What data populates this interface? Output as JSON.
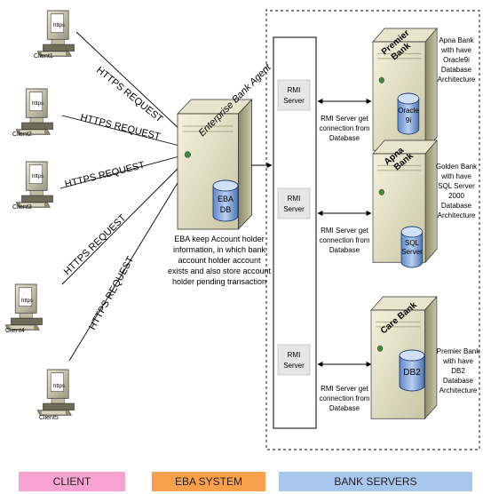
{
  "clients": [
    {
      "label": "Client1",
      "screen": "https"
    },
    {
      "label": "Client2",
      "screen": "https"
    },
    {
      "label": "Client3",
      "screen": "https"
    },
    {
      "label": "Client4",
      "screen": "https"
    },
    {
      "label": "Client5",
      "screen": "https"
    }
  ],
  "https_label": "HTTPS REQUEST",
  "agent": {
    "title": "Enterprise Bank Agent",
    "db_line1": "EBA",
    "db_line2": "DB",
    "description": [
      "EBA keep Account holder",
      "information, in which bank",
      "account holder account",
      "exists and also store account",
      "holder pending transaction"
    ]
  },
  "rmi": {
    "server_line1": "RMI",
    "server_line2": "Server",
    "connection_note": [
      "RMI Server get",
      "connection from",
      "Database"
    ]
  },
  "banks": [
    {
      "name_line1": "Premier",
      "name_line2": "Bank",
      "db_line1": "Oracle",
      "db_line2": "9i",
      "description": [
        "Apna Bank",
        "with have",
        "Oracle9i",
        "Database",
        "Architecture"
      ]
    },
    {
      "name_line1": "Apna",
      "name_line2": "Bank",
      "db_line1": "SQL",
      "db_line2": "Server",
      "description": [
        "Golden Bank",
        "with have",
        "SQL Server",
        "2000",
        "Database",
        "Architecture"
      ]
    },
    {
      "name_line1": "Care Bank",
      "name_line2": "",
      "db_line1": "DB2",
      "db_line2": "",
      "description": [
        "Premier Bank",
        "with have",
        "DB2",
        "Database",
        "Architecture"
      ]
    }
  ],
  "legend": [
    {
      "label": "CLIENT",
      "color": "#f9a3d3"
    },
    {
      "label": "EBA SYSTEM",
      "color": "#f9a04b"
    },
    {
      "label": "BANK SERVERS",
      "color": "#a9c6ee"
    }
  ]
}
